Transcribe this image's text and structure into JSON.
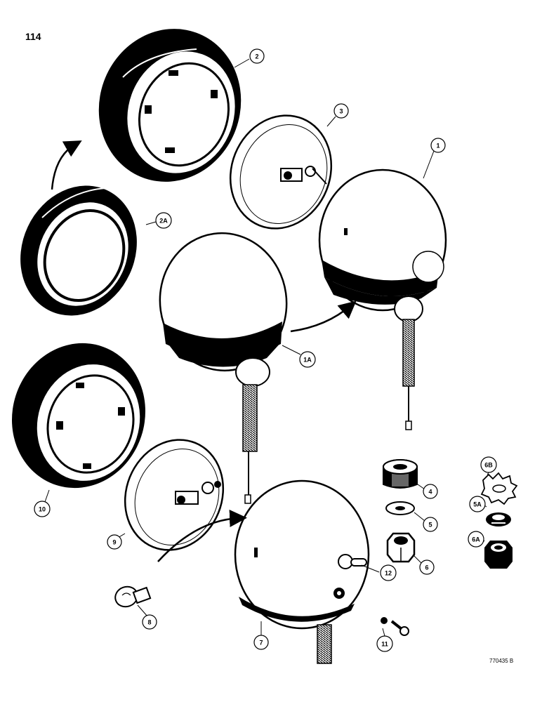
{
  "page_number": "114",
  "drawing_code": "770435 B",
  "callouts": [
    {
      "id": "c1",
      "label": "1"
    },
    {
      "id": "c1a",
      "label": "1A"
    },
    {
      "id": "c2",
      "label": "2"
    },
    {
      "id": "c2a",
      "label": "2A"
    },
    {
      "id": "c3",
      "label": "3"
    },
    {
      "id": "c4",
      "label": "4"
    },
    {
      "id": "c5",
      "label": "5"
    },
    {
      "id": "c5a",
      "label": "5A"
    },
    {
      "id": "c6",
      "label": "6"
    },
    {
      "id": "c6a",
      "label": "6A"
    },
    {
      "id": "c6b",
      "label": "6B"
    },
    {
      "id": "c7",
      "label": "7"
    },
    {
      "id": "c8",
      "label": "8"
    },
    {
      "id": "c9",
      "label": "9"
    },
    {
      "id": "c10",
      "label": "10"
    },
    {
      "id": "c11",
      "label": "11"
    },
    {
      "id": "c12",
      "label": "12"
    }
  ]
}
